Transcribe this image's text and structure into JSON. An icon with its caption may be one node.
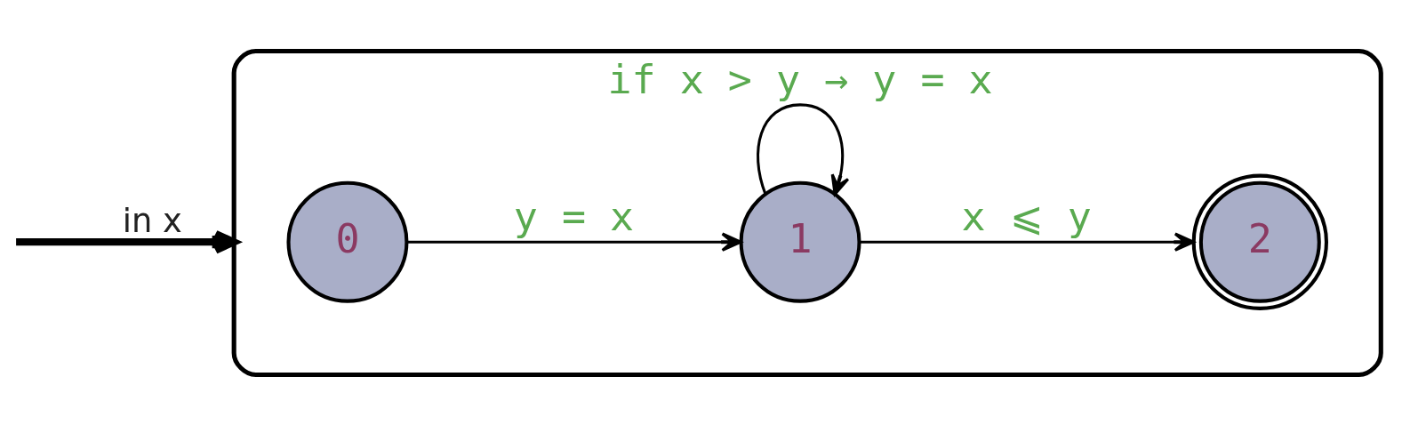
{
  "diagram": {
    "nodes": [
      {
        "text": [],
        "shape": "box"
      },
      {
        "text": [
          "0"
        ],
        "in": 0
      },
      {
        "text": [
          "1"
        ],
        "in": 0
      },
      {
        "text": [
          "2"
        ],
        "in": 0
      }
    ],
    "edges": [
      {
        "from": null,
        "to": 0,
        "arrow": "to",
        "label": "in x",
        "style": "thick"
      },
      {
        "from": 1,
        "to": 2,
        "arrow": "to",
        "label": "y = x"
      },
      {
        "from": 2,
        "to": 2,
        "arrow": "to",
        "label": "if x > y → y = x"
      },
      {
        "from": 2,
        "to": 3,
        "arrow": "to",
        "label": "x ⩽ y"
      }
    ]
  }
}
